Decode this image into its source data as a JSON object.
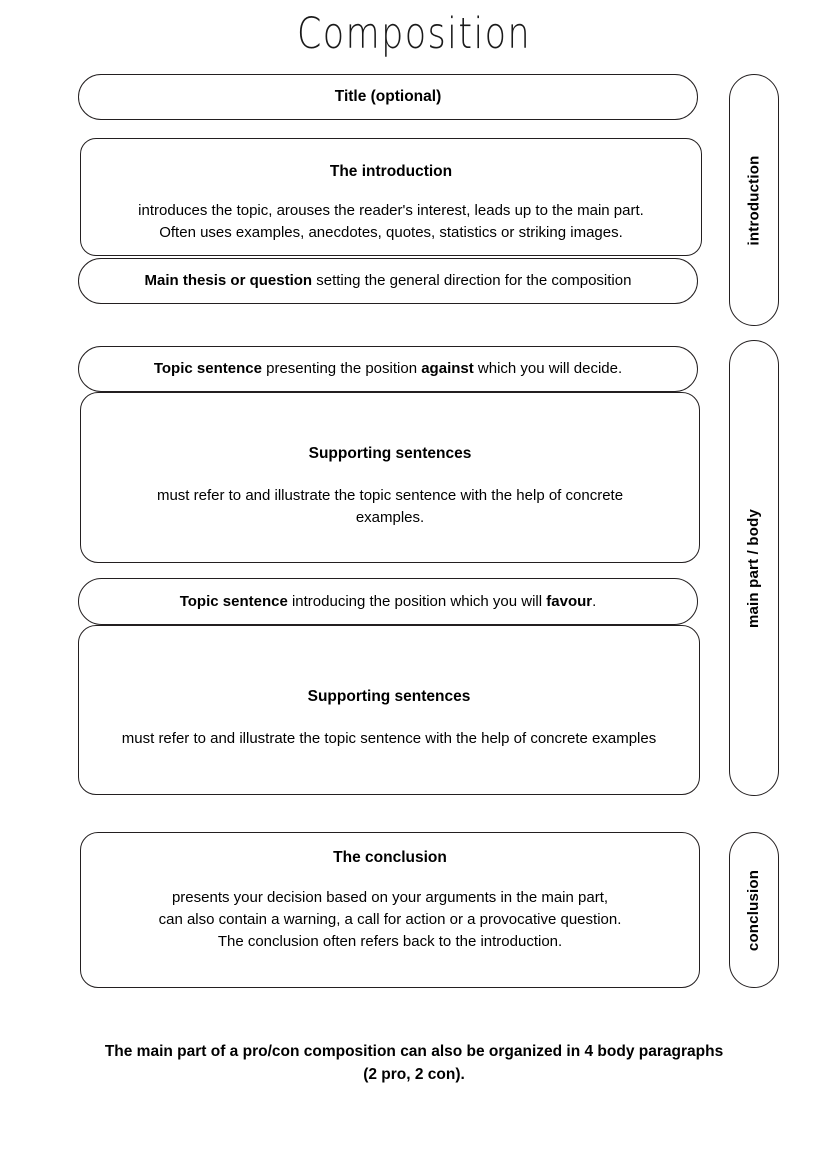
{
  "page": {
    "title": "Composition"
  },
  "boxes": {
    "title_box": {
      "heading": "Title (optional)"
    },
    "introduction": {
      "heading": "The introduction",
      "body_line1": "introduces the topic, arouses the reader's interest, leads up to the main part.",
      "body_line2": "Often uses examples, anecdotes, quotes, statistics or striking images."
    },
    "main_thesis": {
      "strong": "Main thesis or question",
      "rest": " setting the general direction for the composition"
    },
    "topic_against": {
      "strong1": "Topic sentence",
      "mid": " presenting the position ",
      "strong2": "against",
      "rest": " which you will decide."
    },
    "supporting_against": {
      "heading": "Supporting sentences",
      "body_line1": "must refer to and illustrate the topic sentence with the help of concrete",
      "body_line2": "examples."
    },
    "topic_favour": {
      "strong1": "Topic sentence",
      "mid": " introducing the position which you will ",
      "strong2": "favour",
      "rest": "."
    },
    "supporting_favour": {
      "heading": "Supporting sentences",
      "body_line1": "must refer to and illustrate the topic sentence with the help of concrete examples"
    },
    "conclusion": {
      "heading": "The conclusion",
      "body_line1": "presents your decision based on your arguments in the main part,",
      "body_line2": "can also contain a warning, a call for action or a provocative question.",
      "body_line3": "The conclusion often refers back to the introduction."
    }
  },
  "side_labels": {
    "introduction": "introduction",
    "main_body": "main part / body",
    "conclusion": "conclusion"
  },
  "footer": {
    "line1": "The main part of a pro/con composition can also be organized in 4 body paragraphs",
    "line2": "(2 pro, 2 con)."
  },
  "colors": {
    "outline": "#231f20",
    "text": "#000000",
    "background": "#ffffff"
  }
}
